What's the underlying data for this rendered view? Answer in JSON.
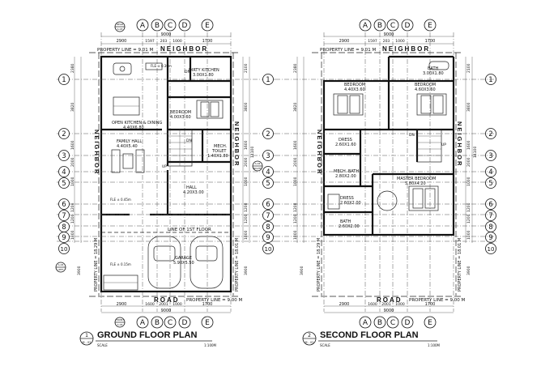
{
  "axes_letters": [
    "A",
    "B",
    "C",
    "D",
    "E"
  ],
  "axes_numbers": [
    "1",
    "2",
    "3",
    "4",
    "5",
    "6",
    "7",
    "8",
    "9",
    "10"
  ],
  "dims_top": [
    "2900",
    "1597",
    "203",
    "1000",
    "1700"
  ],
  "dims_total": "9000",
  "dims_bottom": [
    "2900",
    "1600",
    "2001",
    "1000",
    "1700"
  ],
  "left_dims": [
    "2380",
    "3820",
    "1600",
    "2000",
    "1000",
    "1200",
    "1200",
    "1000"
  ],
  "right_dims": [
    "2100",
    "3800",
    "1600",
    "2000",
    "1000",
    "1200",
    "1200",
    "1000"
  ],
  "right_total": "14100",
  "setback": "3900",
  "ground": {
    "title": "GROUND FLOOR PLAN",
    "number": "1",
    "sheet": "M - 02",
    "scale_label": "SCALE",
    "scale": "1:100M",
    "property_top": "PROPERTY LINE = 9.01 M",
    "neighbor_top": "NEIGHBOR",
    "neighbor_side": "NEIGHBOR",
    "property_left": "PROPERTY LINE = 18.29 M",
    "property_right": "PROPERTY LINE = 18.01 M",
    "road": "ROAD",
    "property_bottom": "PROPERTY LINE = 9.00 M",
    "rooms": [
      {
        "name": "DIRTY KITCHEN",
        "size": "3.00X1.80"
      },
      {
        "name": "BEDROOM",
        "size": "4.00X3.60"
      },
      {
        "name": "OPEN KITCHEN & DINING",
        "size": "4.40X6.80"
      },
      {
        "name": "FAMILY HALL",
        "size": "4.40X5.40"
      },
      {
        "name": "MECH.",
        "size": ""
      },
      {
        "name": "TOILET",
        "size": "1.40X1.80"
      },
      {
        "name": "HALL",
        "size": "4.20X3.00"
      },
      {
        "name": "GARAGE",
        "size": "5.90X5.50"
      }
    ],
    "line_first_floor": "LINE OF 1ST FLOOR",
    "level_1": "FLE ± 0.45m",
    "level_2": "FLE ± 0.15m",
    "level_3": "FLE ± 0.30m",
    "up": "UP",
    "dn": "DN",
    "callout_rear": "REAR",
    "callout_rear_ref": "A-03",
    "callout_left": "LEFT",
    "callout_front": "FRONT",
    "callout_right": "RIGHT",
    "callout_ref": "A-04"
  },
  "second": {
    "title": "SECOND FLOOR PLAN",
    "number": "2",
    "sheet": "M - 02",
    "scale_label": "SCALE",
    "scale": "1:100M",
    "property_top": "PROPERTY LINE = 9.01 M",
    "neighbor_top": "NEIGHBOR",
    "neighbor_side": "NEIGHBOR",
    "property_left": "PROPERTY LINE = 18.29 M",
    "property_right": "PROPERTY LINE = 18.01 M",
    "road": "ROAD",
    "property_bottom": "PROPERTY LINE = 9.00 M",
    "rooms": [
      {
        "name": "BATH",
        "size": "3.00X1.80"
      },
      {
        "name": "BEDROOM",
        "size": "4.40X3.60"
      },
      {
        "name": "BEDROOM",
        "size": "4.60X3.60"
      },
      {
        "name": "DRESS",
        "size": "2.60X1.60"
      },
      {
        "name": "MECH. BATH",
        "size": "2.80X2.00"
      },
      {
        "name": "MASTER BEDROOM",
        "size": "5.80X4.20"
      },
      {
        "name": "DRESS",
        "size": "2.60X2.00"
      },
      {
        "name": "BATH",
        "size": "2.60X2.00"
      }
    ],
    "up": "UP",
    "dn": "DN"
  },
  "colors": {
    "ink": "#111111",
    "paper": "#ffffff"
  }
}
